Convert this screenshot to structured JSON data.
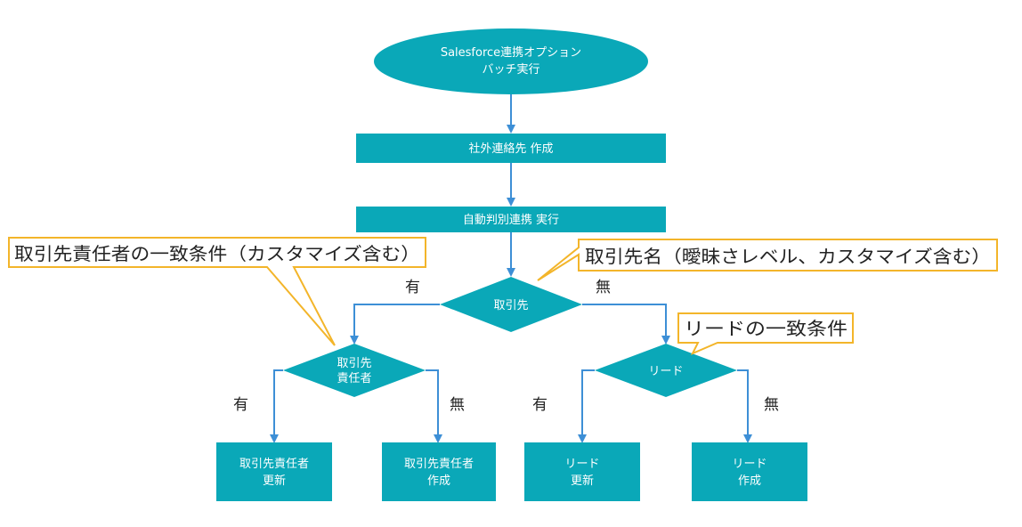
{
  "colors": {
    "node_fill": "#0aa8b8",
    "arrow": "#3d8fd6",
    "callout_border": "#f3b52a",
    "text": "#222222"
  },
  "nodes": {
    "start": {
      "line1": "Salesforce連携オプション",
      "line2": "バッチ実行"
    },
    "create_contact": {
      "label": "社外連絡先 作成"
    },
    "auto_match": {
      "label": "自動判別連携 実行"
    },
    "account": {
      "label": "取引先"
    },
    "contact_decision": {
      "line1": "取引先",
      "line2": "責任者"
    },
    "lead_decision": {
      "label": "リード"
    },
    "update_contact": {
      "line1": "取引先責任者",
      "line2": "更新"
    },
    "create_contact_person": {
      "line1": "取引先責任者",
      "line2": "作成"
    },
    "update_lead": {
      "line1": "リード",
      "line2": "更新"
    },
    "create_lead": {
      "line1": "リード",
      "line2": "作成"
    }
  },
  "branches": {
    "account_yes": "有",
    "account_no": "無",
    "contact_yes": "有",
    "contact_no": "無",
    "lead_yes": "有",
    "lead_no": "無"
  },
  "callouts": {
    "contact_conditions": "取引先責任者の一致条件（カスタマイズ含む）",
    "account_name": "取引先名（曖昧さレベル、カスタマイズ含む）",
    "lead_conditions": "リードの一致条件"
  }
}
